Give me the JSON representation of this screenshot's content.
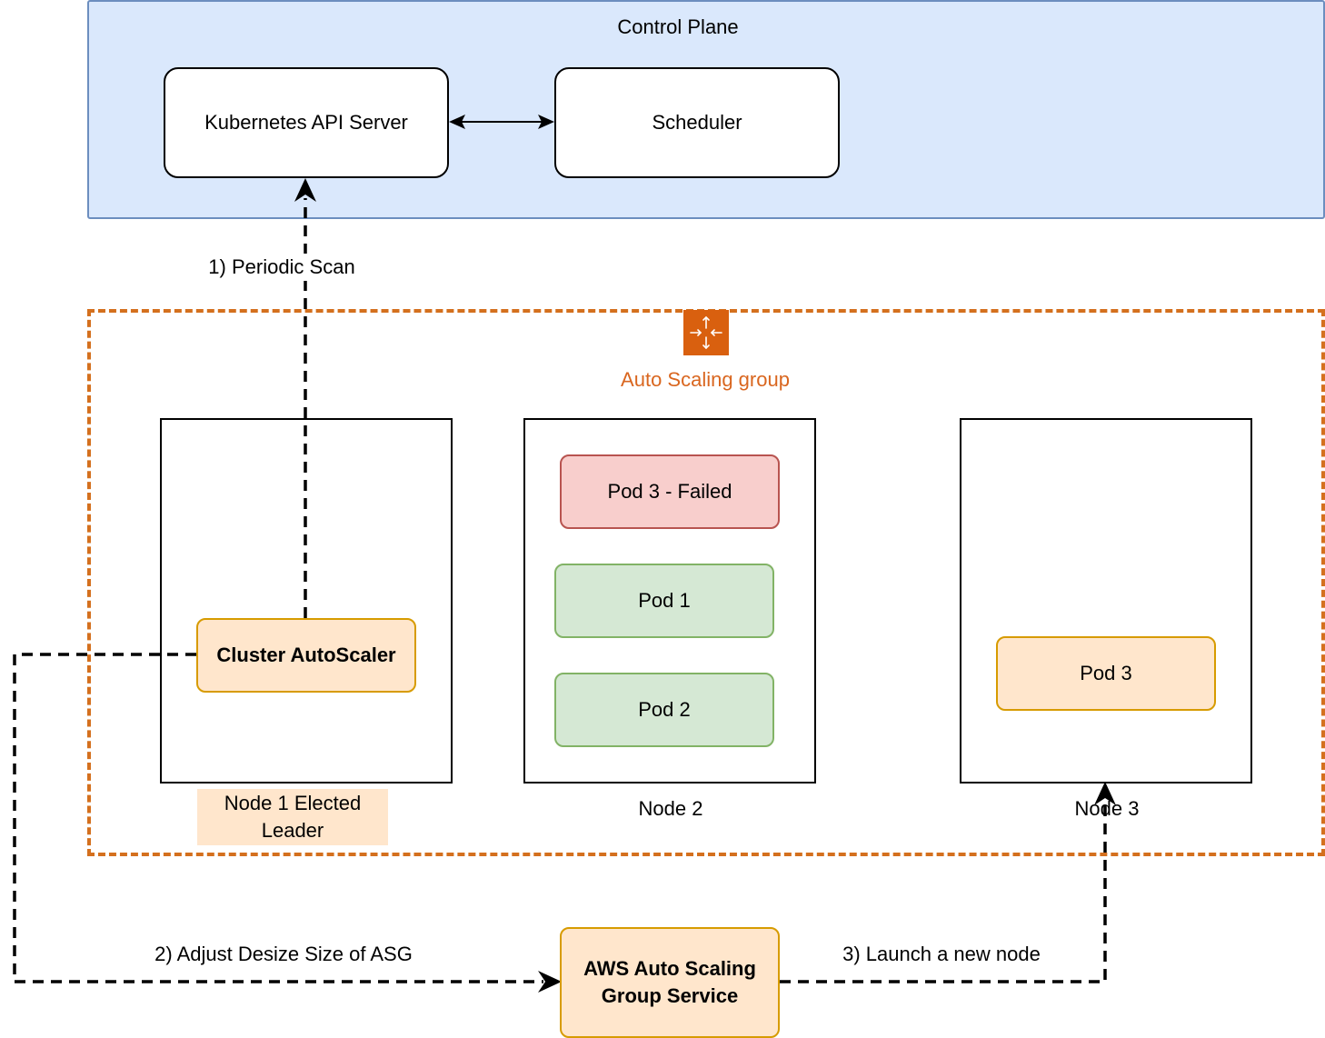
{
  "control_plane": {
    "label": "Control Plane",
    "api_server": "Kubernetes API Server",
    "scheduler": "Scheduler"
  },
  "asg": {
    "label": "Auto Scaling group",
    "icon": "auto-scaling-group-icon",
    "color": "#d9600f"
  },
  "nodes": [
    {
      "label": "Node 1 Elected Leader",
      "pods": [
        "Cluster AutoScaler"
      ]
    },
    {
      "label": "Node 2",
      "pods": [
        "Pod 3 - Failed",
        "Pod 1",
        "Pod 2"
      ]
    },
    {
      "label": "Node 3",
      "pods": [
        "Pod 3"
      ]
    }
  ],
  "aws_service": "AWS Auto Scaling Group Service",
  "edges": {
    "scan": "1) Periodic Scan",
    "adjust": "2) Adjust Desize Size of ASG",
    "launch": "3) Launch a new node"
  },
  "colors": {
    "control_plane_fill": "#dae8fc",
    "control_plane_stroke": "#6c8ebf",
    "asg_stroke": "#d4701e",
    "failed_fill": "#f8cecc",
    "healthy_fill": "#d5e8d4",
    "autoscaler_fill": "#ffe6cc"
  }
}
